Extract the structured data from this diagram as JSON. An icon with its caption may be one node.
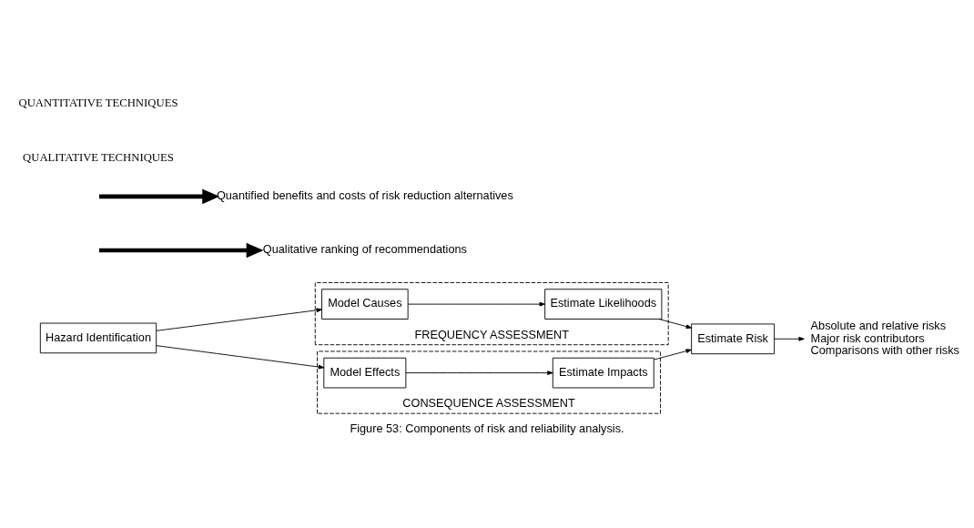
{
  "diagram": {
    "caption": "Figure 53: Components of risk and reliability analysis.",
    "nodes": [
      {
        "text": [
          "Hazard Identification"
        ]
      },
      {
        "text": [
          "FREQUENCY ASSESSMENT"
        ]
      },
      {
        "text": [
          "Model Causes"
        ],
        "in": 1
      },
      {
        "text": [
          "Estimate Likelihoods"
        ],
        "in": 1
      },
      {
        "text": [
          "CONSEQUENCE ASSESSMENT"
        ]
      },
      {
        "text": [
          "Model Effects"
        ],
        "in": 4
      },
      {
        "text": [
          "Estimate Impacts"
        ],
        "in": 4
      },
      {
        "text": [
          "Estimate Risk"
        ]
      },
      {
        "text": [
          "Absolute and relative risks",
          "Major risk contributors",
          "Comparisons with other risks"
        ]
      },
      {
        "text": [
          "Qualitative ranking of recommendations"
        ]
      },
      {
        "text": [
          "Quantified benefits and costs of risk reduction alternatives"
        ]
      }
    ],
    "edges": [
      {
        "from": 0,
        "to": 2,
        "arrow": "to"
      },
      {
        "from": 0,
        "to": 5,
        "arrow": "to"
      },
      {
        "from": 2,
        "to": 3,
        "arrow": "to"
      },
      {
        "from": 5,
        "to": 6,
        "arrow": "to"
      },
      {
        "from": 3,
        "to": 7,
        "arrow": "to"
      },
      {
        "from": 6,
        "to": 7,
        "arrow": "to"
      },
      {
        "from": 7,
        "to": 8,
        "arrow": "to"
      },
      {
        "from": null,
        "to": 9,
        "arrow": "to",
        "style": "thick"
      },
      {
        "from": null,
        "to": 10,
        "arrow": "to",
        "style": "thick"
      }
    ],
    "labels": [
      "QUALITATIVE TECHNIQUES",
      "QUANTITATIVE TECHNIQUES"
    ]
  }
}
